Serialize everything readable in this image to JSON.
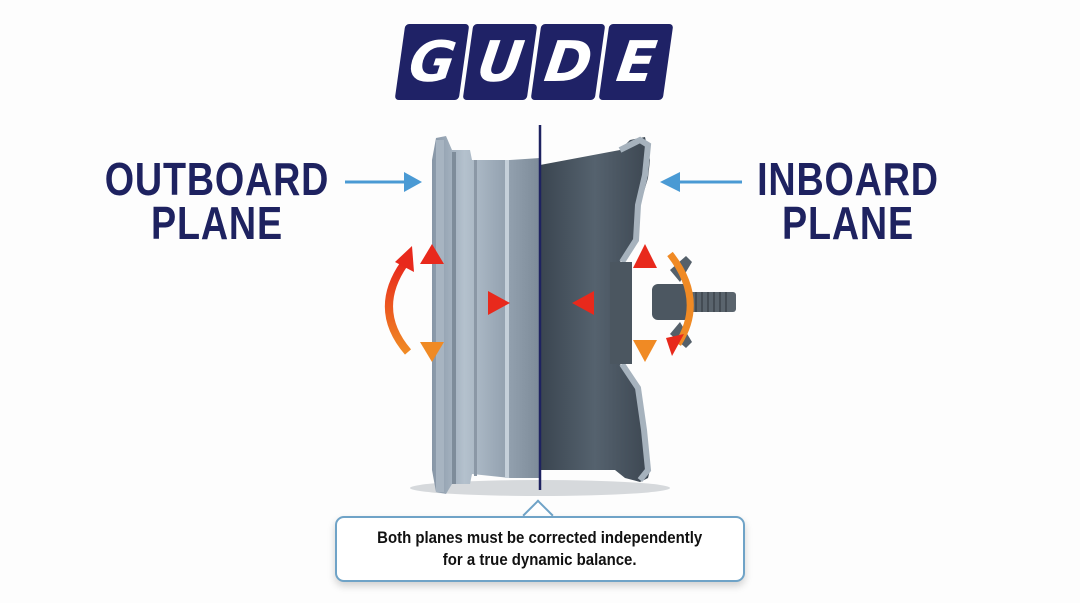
{
  "logo": {
    "letters": [
      "G",
      "U",
      "D",
      "E"
    ],
    "color": "#1f2266"
  },
  "labels": {
    "outboard_line1": "OUTBOARD",
    "outboard_line2": "PLANE",
    "inboard_line1": "INBOARD",
    "inboard_line2": "PLANE",
    "text_color": "#1e2260"
  },
  "callout": {
    "line1": "Both planes must be corrected independently",
    "line2": "for a true dynamic balance."
  },
  "diagram": {
    "subject": "wheel rim side view with balancing planes",
    "center_line_color": "#1e2260",
    "pointer_arrow_color": "#4a9ad4",
    "motion_arrow_colors": [
      "#e8291c",
      "#f08a24"
    ]
  }
}
